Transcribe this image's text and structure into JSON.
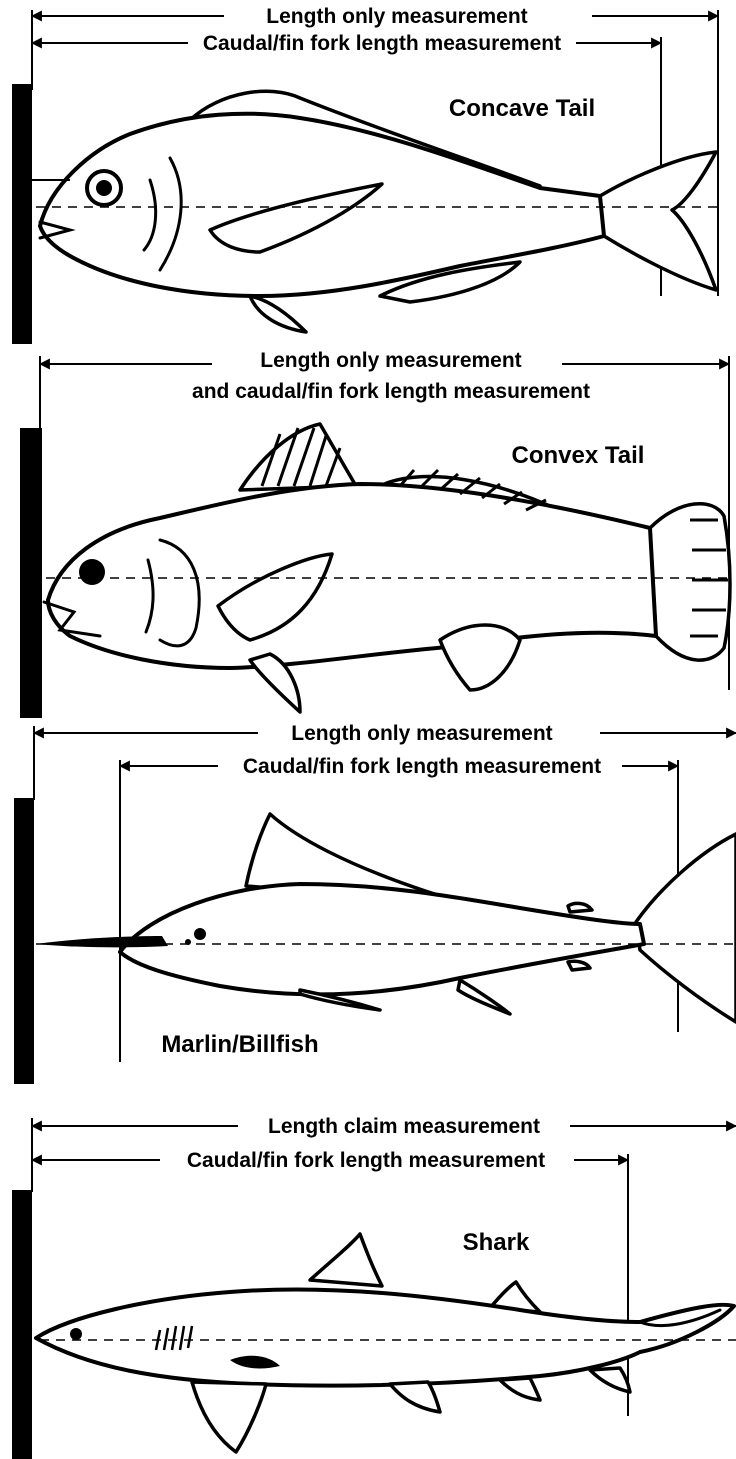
{
  "panels": [
    {
      "title": "Concave Tail",
      "measurements": [
        "Length only measurement",
        "Caudal/fin fork length measurement"
      ]
    },
    {
      "title": "Convex Tail",
      "measurements": [
        "Length only measurement",
        "and caudal/fin fork length measurement"
      ]
    },
    {
      "title": "Marlin/Billfish",
      "measurements": [
        "Length only measurement",
        "Caudal/fin fork length measurement"
      ]
    },
    {
      "title": "Shark",
      "measurements": [
        "Length claim measurement",
        "Caudal/fin fork length measurement"
      ]
    }
  ],
  "icons": {
    "panel_1": "snapper-fish-icon",
    "panel_2": "drum-fish-icon",
    "panel_3": "marlin-fish-icon",
    "panel_4": "shark-fish-icon"
  },
  "colors": {
    "ink": "#000000",
    "background": "#ffffff"
  }
}
